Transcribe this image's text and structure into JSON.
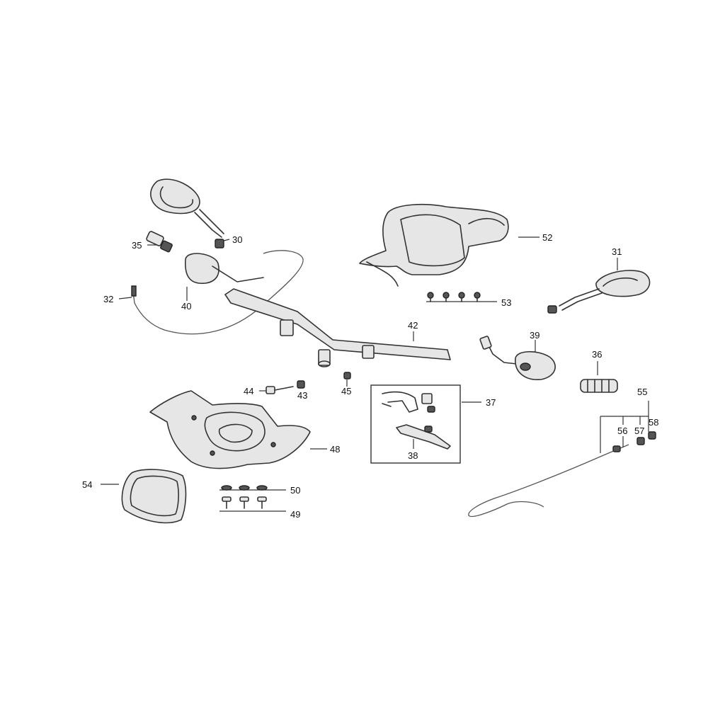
{
  "callouts": {
    "c30": "30",
    "c35": "35",
    "c32": "32",
    "c40": "40",
    "c52": "52",
    "c53": "53",
    "c31": "31",
    "c42": "42",
    "c39": "39",
    "c36": "36",
    "c44": "44",
    "c43": "43",
    "c45": "45",
    "c37": "37",
    "c38": "38",
    "c55": "55",
    "c56": "56",
    "c57": "57",
    "c58": "58",
    "c48": "48",
    "c54": "54",
    "c50": "50",
    "c49": "49"
  }
}
